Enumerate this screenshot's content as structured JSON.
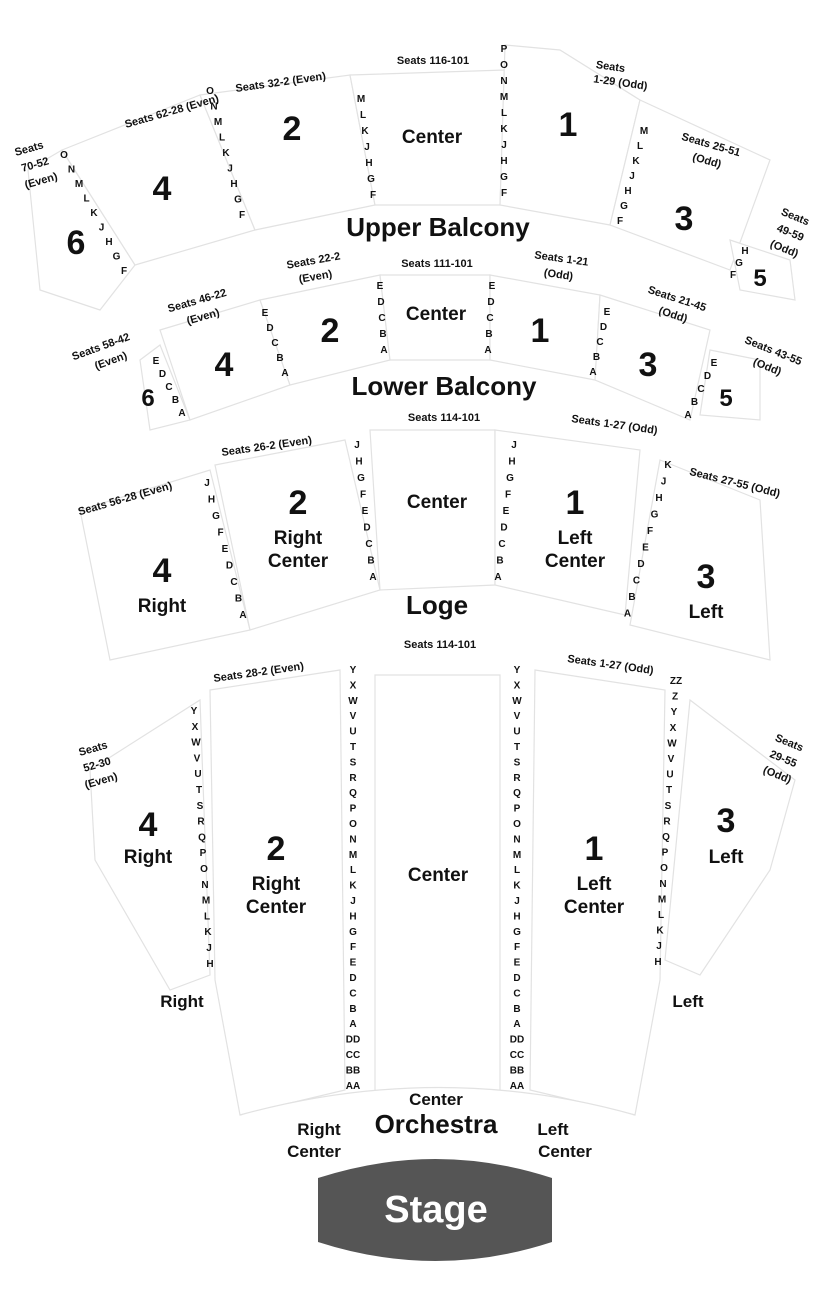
{
  "levels": {
    "upper_balcony": "Upper Balcony",
    "lower_balcony": "Lower Balcony",
    "loge": "Loge",
    "orchestra": "Orchestra",
    "stage": "Stage"
  },
  "upper": {
    "seats_62_28": "Seats 62-28 (Even)",
    "seats_32_2": "Seats 32-2 (Even)",
    "seats_116_101": "Seats 116-101",
    "seats_1_29": [
      "Seats",
      "1-29 (Odd)"
    ],
    "seats_70_52": [
      "Seats",
      "70-52",
      "(Even)"
    ],
    "seats_25_51": [
      "Seats 25-51",
      "(Odd)"
    ],
    "seats_49_59": [
      "Seats",
      "49-59",
      "(Odd)"
    ],
    "s4": "4",
    "s2": "2",
    "center": "Center",
    "s1": "1",
    "s6": "6",
    "s3": "3",
    "s5": "5",
    "rows_po": [
      "P",
      "O",
      "N",
      "M",
      "L",
      "K",
      "J",
      "H",
      "G",
      "F"
    ],
    "rows_ml": [
      "M",
      "L",
      "K",
      "J",
      "H",
      "G",
      "F"
    ],
    "rows_onml": [
      "O",
      "N",
      "M",
      "L",
      "K",
      "J",
      "H",
      "G",
      "F"
    ],
    "rows_right_m": [
      "M",
      "L",
      "K",
      "J",
      "H",
      "G",
      "F"
    ],
    "rows_6": [
      "O",
      "N",
      "M",
      "L",
      "K",
      "J",
      "H",
      "G",
      "F"
    ],
    "rows_5": [
      "H",
      "G",
      "F"
    ]
  },
  "lower": {
    "seats_22_2": [
      "Seats 22-2",
      "(Even)"
    ],
    "seats_111_101": "Seats 111-101",
    "seats_1_21": [
      "Seats 1-21",
      "(Odd)"
    ],
    "seats_46_22": [
      "Seats 46-22",
      "(Even)"
    ],
    "seats_21_45": [
      "Seats 21-45",
      "(Odd)"
    ],
    "seats_58_42": [
      "Seats 58-42",
      "(Even)"
    ],
    "seats_43_55": [
      "Seats 43-55",
      "(Odd)"
    ],
    "s4": "4",
    "s2": "2",
    "center": "Center",
    "s1": "1",
    "s3": "3",
    "s6": "6",
    "s5": "5",
    "rows_ea": [
      "E",
      "D",
      "C",
      "B",
      "A"
    ]
  },
  "loge": {
    "seats_26_2": "Seats 26-2 (Even)",
    "seats_114_101": "Seats 114-101",
    "seats_1_27": "Seats 1-27 (Odd)",
    "seats_56_28": "Seats 56-28 (Even)",
    "seats_27_55": "Seats 27-55 (Odd)",
    "s2": "2",
    "right_center": [
      "Right",
      "Center"
    ],
    "center": "Center",
    "s1": "1",
    "left_center": [
      "Left",
      "Center"
    ],
    "s4": "4",
    "right": "Right",
    "s3": "3",
    "left": "Left",
    "rows_ja": [
      "J",
      "H",
      "G",
      "F",
      "E",
      "D",
      "C",
      "B",
      "A"
    ],
    "rows_ka": [
      "K",
      "J",
      "H",
      "G",
      "F",
      "E",
      "D",
      "C",
      "B",
      "A"
    ]
  },
  "orchestra": {
    "seats_114_101": "Seats 114-101",
    "seats_28_2": "Seats 28-2 (Even)",
    "seats_1_27": "Seats 1-27 (Odd)",
    "seats_52_30": [
      "Seats",
      "52-30",
      "(Even)"
    ],
    "seats_29_55": [
      "Seats",
      "29-55",
      "(Odd)"
    ],
    "s4": "4",
    "right": "Right",
    "s2": "2",
    "right_center": [
      "Right",
      "Center"
    ],
    "center": "Center",
    "s1": "1",
    "left_center": [
      "Left",
      "Center"
    ],
    "s3": "3",
    "left": "Left",
    "right_label": "Right",
    "left_label": "Left",
    "bottom_right_center": [
      "Right",
      "Center"
    ],
    "bottom_center": "Center",
    "bottom_left_center": [
      "Left",
      "Center"
    ],
    "rows_center": [
      "Y",
      "X",
      "W",
      "V",
      "U",
      "T",
      "S",
      "R",
      "Q",
      "P",
      "O",
      "N",
      "M",
      "L",
      "K",
      "J",
      "H",
      "G",
      "F",
      "E",
      "D",
      "C",
      "B",
      "A",
      "DD",
      "CC",
      "BB",
      "AA"
    ],
    "rows_right": [
      "Y",
      "X",
      "W",
      "V",
      "U",
      "T",
      "S",
      "R",
      "Q",
      "P",
      "O",
      "N",
      "M",
      "L",
      "K",
      "J",
      "H"
    ],
    "rows_left": [
      "ZZ",
      "Z",
      "Y",
      "X",
      "W",
      "V",
      "U",
      "T",
      "S",
      "R",
      "Q",
      "P",
      "O",
      "N",
      "M",
      "L",
      "K",
      "J",
      "H"
    ]
  },
  "colors": {
    "stage": "#555555",
    "outline": "#e2e2e2",
    "text": "#111111"
  }
}
